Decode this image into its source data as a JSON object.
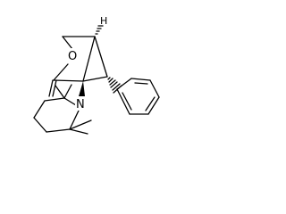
{
  "diagram": {
    "type": "chemical-structure",
    "atoms": {
      "ring_oxygen": "O",
      "piperidine_nitrogen": "N",
      "bridgehead_hydrogen": "H"
    },
    "colors": {
      "bond": "#000000",
      "background": "#ffffff"
    }
  }
}
